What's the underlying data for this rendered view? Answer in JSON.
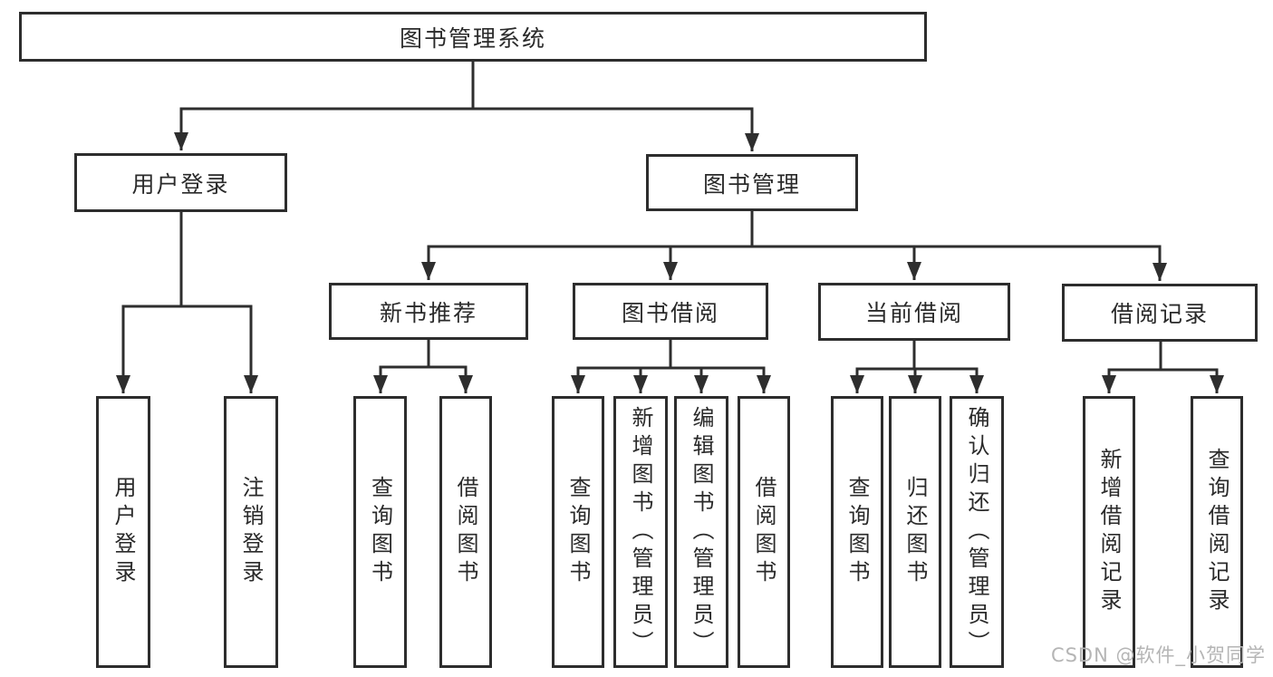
{
  "diagram": {
    "type": "tree",
    "title": "图书管理系统",
    "hierarchy": {
      "图书管理系统": [
        "用户登录",
        "图书管理"
      ],
      "用户登录": [
        "用户登录",
        "注销登录"
      ],
      "图书管理": [
        "新书推荐",
        "图书借阅",
        "当前借阅",
        "借阅记录"
      ],
      "新书推荐": [
        "查询图书",
        "借阅图书"
      ],
      "图书借阅": [
        "查询图书",
        "新增图书（管理员）",
        "编辑图书（管理员）",
        "借阅图书"
      ],
      "当前借阅": [
        "查询图书",
        "归还图书",
        "确认归还（管理员）"
      ],
      "借阅记录": [
        "新增借阅记录",
        "查询借阅记录"
      ]
    },
    "colors": {
      "line": "#2e2e2e",
      "box_border": "#2d2d2d",
      "text": "#2a2a2a",
      "background": "#ffffff",
      "watermark": "#b5b5b5"
    }
  },
  "nodes": {
    "root": "图书管理系统",
    "user_login": "用户登录",
    "book_management": "图书管理",
    "new_book_recommend": "新书推荐",
    "book_borrow": "图书借阅",
    "current_borrow": "当前借阅",
    "borrow_records": "借阅记录",
    "login": "用户登录",
    "logout": "注销登录",
    "rec_query": "查询图书",
    "rec_borrow": "借阅图书",
    "bb_query": "查询图书",
    "bb_add": "新增图书（管理员）",
    "bb_edit": "编辑图书（管理员）",
    "bb_borrow": "借阅图书",
    "cb_query": "查询图书",
    "cb_return": "归还图书",
    "cb_confirm": "确认归还（管理员）",
    "br_add": "新增借阅记录",
    "br_query": "查询借阅记录"
  },
  "watermark": "CSDN @软件_小贺同学"
}
